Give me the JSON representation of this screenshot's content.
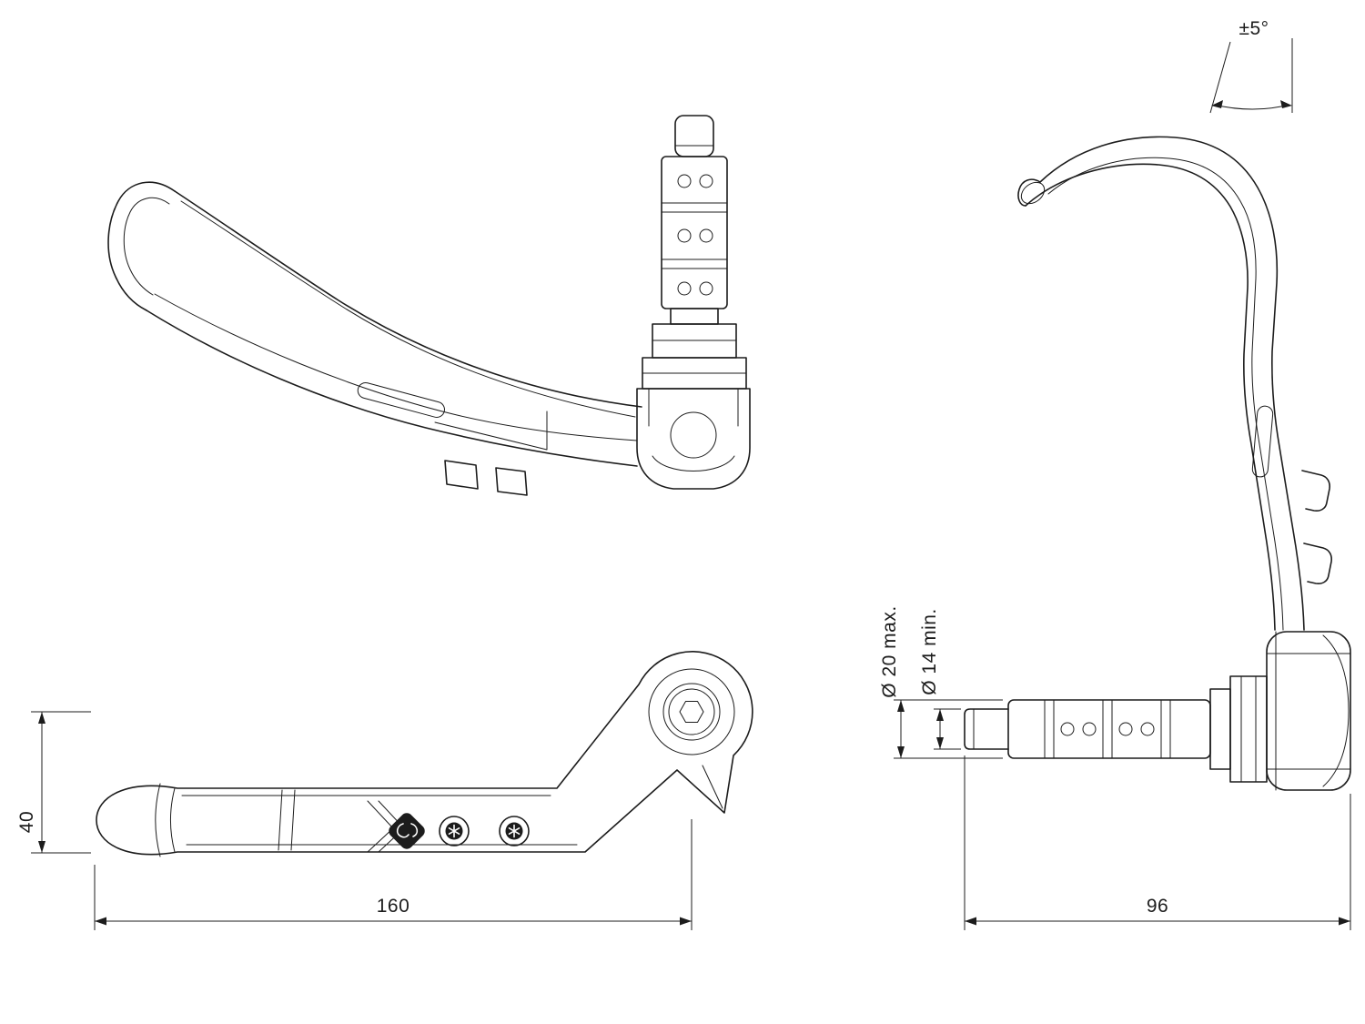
{
  "page": {
    "background": "#ffffff",
    "ink": "#1c1c1c"
  },
  "dimensions": {
    "angle_tolerance": "±5°",
    "guard_height_mm": "40",
    "guard_length_mm": "160",
    "adapter_length_mm": "96",
    "bar_diameter_max": "Ø 20 max.",
    "bar_diameter_min": "Ø 14 min."
  }
}
